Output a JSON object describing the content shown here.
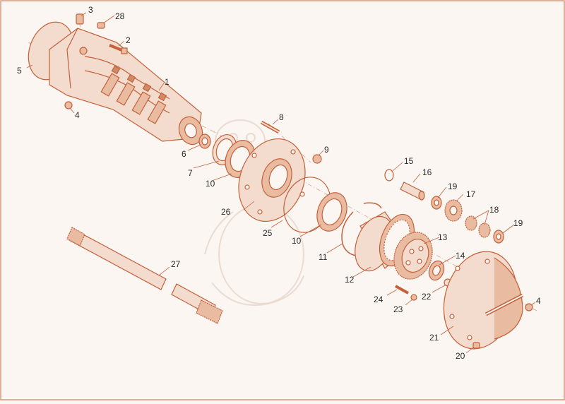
{
  "colors": {
    "background": "#fbf6f2",
    "line": "#c4603a",
    "fill_light": "#f3dccd",
    "fill_mid": "#e9bba0",
    "fill_dark": "#cf8a66",
    "label": "#2b2b2b",
    "watermark": "#eadcd3"
  },
  "callouts": [
    {
      "id": "c3",
      "label": "3"
    },
    {
      "id": "c28",
      "label": "28"
    },
    {
      "id": "c2",
      "label": "2"
    },
    {
      "id": "c5",
      "label": "5"
    },
    {
      "id": "c1",
      "label": "1"
    },
    {
      "id": "c4a",
      "label": "4"
    },
    {
      "id": "c8",
      "label": "8"
    },
    {
      "id": "c6",
      "label": "6"
    },
    {
      "id": "c9",
      "label": "9"
    },
    {
      "id": "c7",
      "label": "7"
    },
    {
      "id": "c10a",
      "label": "10"
    },
    {
      "id": "c15",
      "label": "15"
    },
    {
      "id": "c16",
      "label": "16"
    },
    {
      "id": "c26",
      "label": "26"
    },
    {
      "id": "c19a",
      "label": "19"
    },
    {
      "id": "c17",
      "label": "17"
    },
    {
      "id": "c18",
      "label": "18"
    },
    {
      "id": "c19b",
      "label": "19"
    },
    {
      "id": "c25",
      "label": "25"
    },
    {
      "id": "c10b",
      "label": "10"
    },
    {
      "id": "c13",
      "label": "13"
    },
    {
      "id": "c11",
      "label": "11"
    },
    {
      "id": "c14",
      "label": "14"
    },
    {
      "id": "c27",
      "label": "27"
    },
    {
      "id": "c12",
      "label": "12"
    },
    {
      "id": "c24",
      "label": "24"
    },
    {
      "id": "c22",
      "label": "22"
    },
    {
      "id": "c4b",
      "label": "4"
    },
    {
      "id": "c23",
      "label": "23"
    },
    {
      "id": "c21",
      "label": "21"
    },
    {
      "id": "c20",
      "label": "20"
    }
  ]
}
